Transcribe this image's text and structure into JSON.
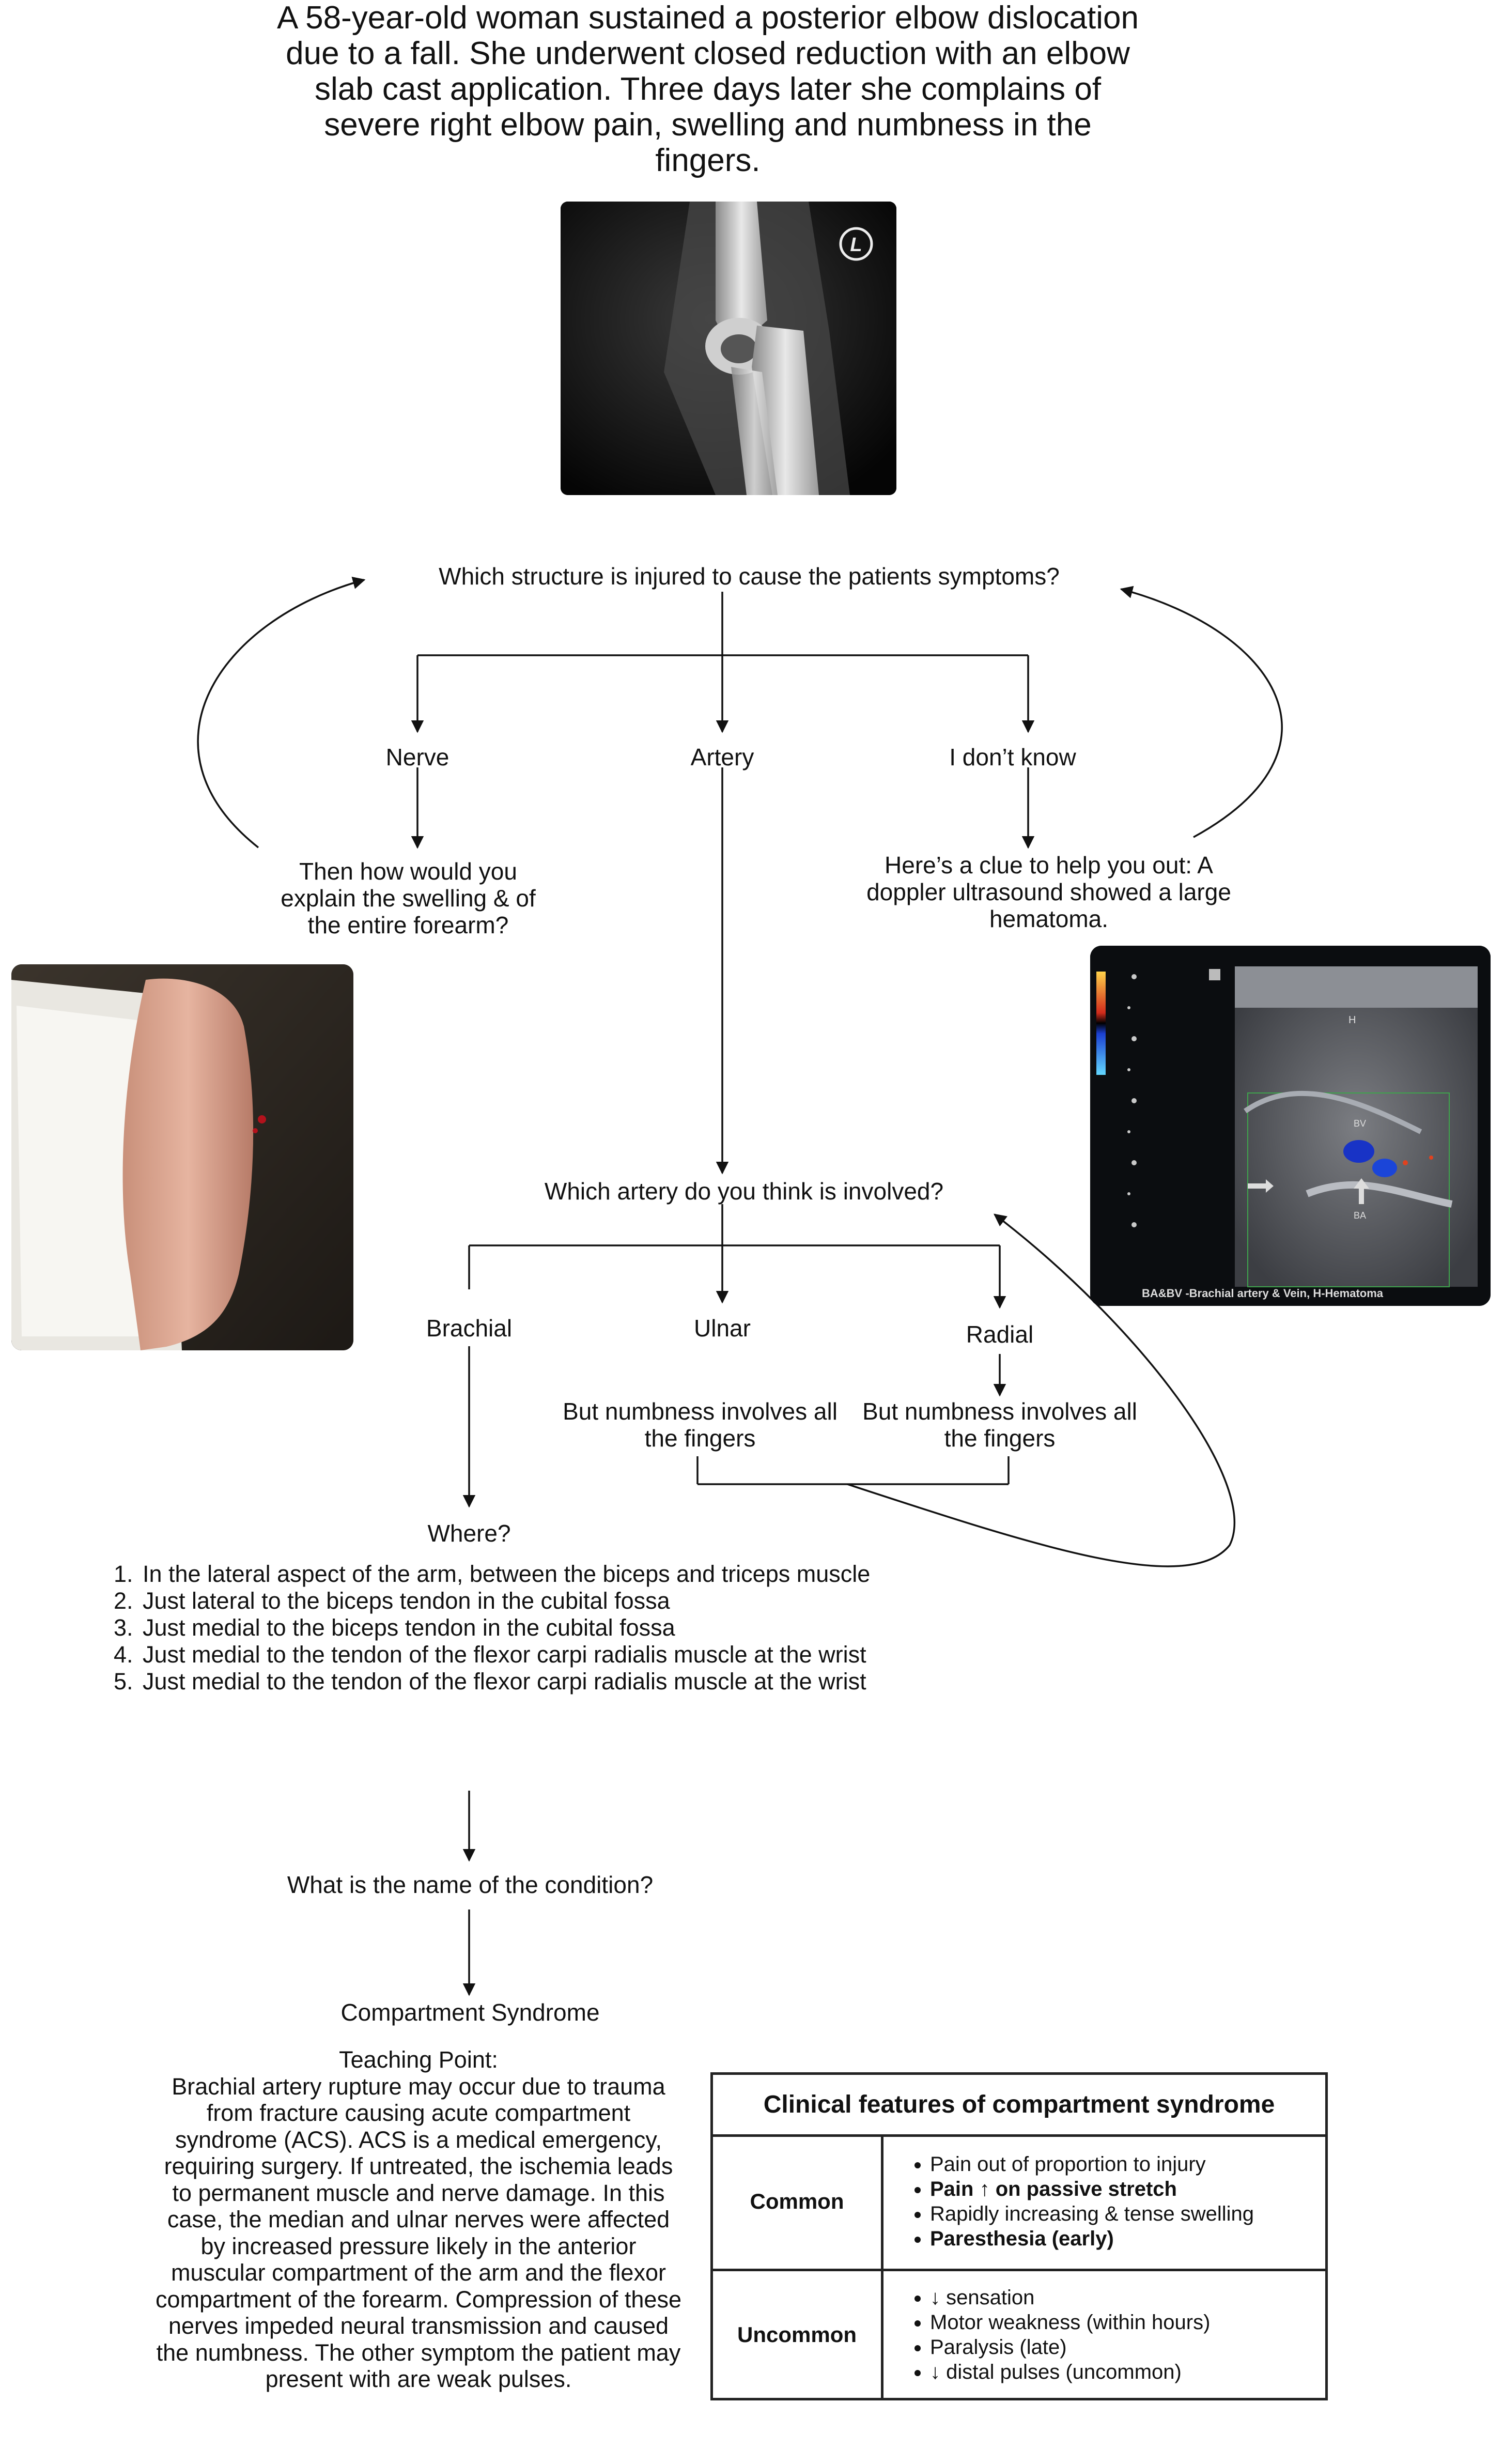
{
  "intro": "A 58-year-old woman sustained a posterior elbow dislocation due to a fall. She underwent closed reduction with an elbow slab cast application. Three days later she complains of severe right elbow pain, swelling and numbness in the fingers.",
  "xray": {
    "marker": "L"
  },
  "question1": "Which structure is injured to cause the patients symptoms?",
  "options1": {
    "nerve": "Nerve",
    "artery": "Artery",
    "unknown": "I don’t know"
  },
  "nerve_feedback": "Then how would you explain the swelling & of the entire forearm?",
  "clue": "Here’s a clue to help you out: A doppler ultrasound showed a large hematoma.",
  "ultrasound": {
    "label_h": "H",
    "label_bv": "BV",
    "label_ba": "BA",
    "caption": "BA&BV -Brachial artery & Vein, H-Hematoma"
  },
  "question2": "Which artery do you think is involved?",
  "options2": {
    "brachial": "Brachial",
    "ulnar": "Ulnar",
    "radial": "Radial"
  },
  "ulnar_feedback": "But numbness involves all the fingers",
  "radial_feedback": "But numbness involves all the fingers",
  "where": "Where?",
  "where_options": [
    "In the lateral aspect of the arm, between the biceps and triceps muscle",
    "Just lateral to the biceps tendon in the cubital fossa",
    "Just medial to the biceps tendon in the cubital fossa",
    "Just medial to the tendon of the flexor carpi radialis muscle at the wrist",
    "Just medial to the tendon of the flexor carpi radialis muscle at the wrist"
  ],
  "question3": "What is the name of the condition?",
  "answer": "Compartment Syndrome",
  "teaching": {
    "title": "Teaching Point:",
    "body": "Brachial artery rupture may occur due to trauma from fracture causing acute compartment syndrome (ACS). ACS is a medical emergency, requiring surgery. If untreated, the ischemia leads to permanent muscle and nerve damage. In this case, the median and ulnar nerves were affected by increased pressure likely in the anterior muscular compartment of the arm and the flexor compartment of the forearm. Compression of these nerves impeded neural transmission and caused the numbness. The other symptom the patient may present with are weak pulses."
  },
  "table": {
    "title": "Clinical features of compartment syndrome",
    "rows": [
      {
        "label": "Common",
        "items": [
          {
            "text": "Pain out of proportion to injury",
            "bold": false
          },
          {
            "text": "Pain ↑ on passive stretch",
            "bold": true
          },
          {
            "text": "Rapidly increasing & tense swelling",
            "bold": false
          },
          {
            "text": "Paresthesia (early)",
            "bold": true
          }
        ]
      },
      {
        "label": "Uncommon",
        "items": [
          {
            "text": "↓ sensation",
            "bold": false
          },
          {
            "text": "Motor weakness (within hours)",
            "bold": false
          },
          {
            "text": "Paralysis (late)",
            "bold": false
          },
          {
            "text": "↓ distal pulses (uncommon)",
            "bold": false
          }
        ]
      }
    ]
  }
}
